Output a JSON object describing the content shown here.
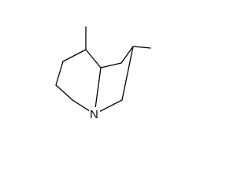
{
  "molecule": {
    "atoms": [
      {
        "id": "c_methyl_top",
        "element": "C"
      },
      {
        "id": "c8",
        "element": "C"
      },
      {
        "id": "c8a",
        "element": "C"
      },
      {
        "id": "c1",
        "element": "C"
      },
      {
        "id": "c2",
        "element": "C"
      },
      {
        "id": "c_methyl_right",
        "element": "C"
      },
      {
        "id": "c3",
        "element": "C"
      },
      {
        "id": "n4",
        "element": "N",
        "label": "N"
      },
      {
        "id": "c5",
        "element": "C"
      },
      {
        "id": "c6",
        "element": "C"
      },
      {
        "id": "c7",
        "element": "C"
      }
    ],
    "bonds": [
      [
        "c_methyl_top",
        "c8"
      ],
      [
        "c8",
        "c8a"
      ],
      [
        "c8",
        "c7"
      ],
      [
        "c7",
        "c6"
      ],
      [
        "c6",
        "c5"
      ],
      [
        "c5",
        "n4"
      ],
      [
        "n4",
        "c8a"
      ],
      [
        "c8a",
        "c1"
      ],
      [
        "c1",
        "c2"
      ],
      [
        "c2",
        "c_methyl_right"
      ],
      [
        "c2",
        "c3"
      ],
      [
        "c3",
        "n4"
      ]
    ]
  }
}
